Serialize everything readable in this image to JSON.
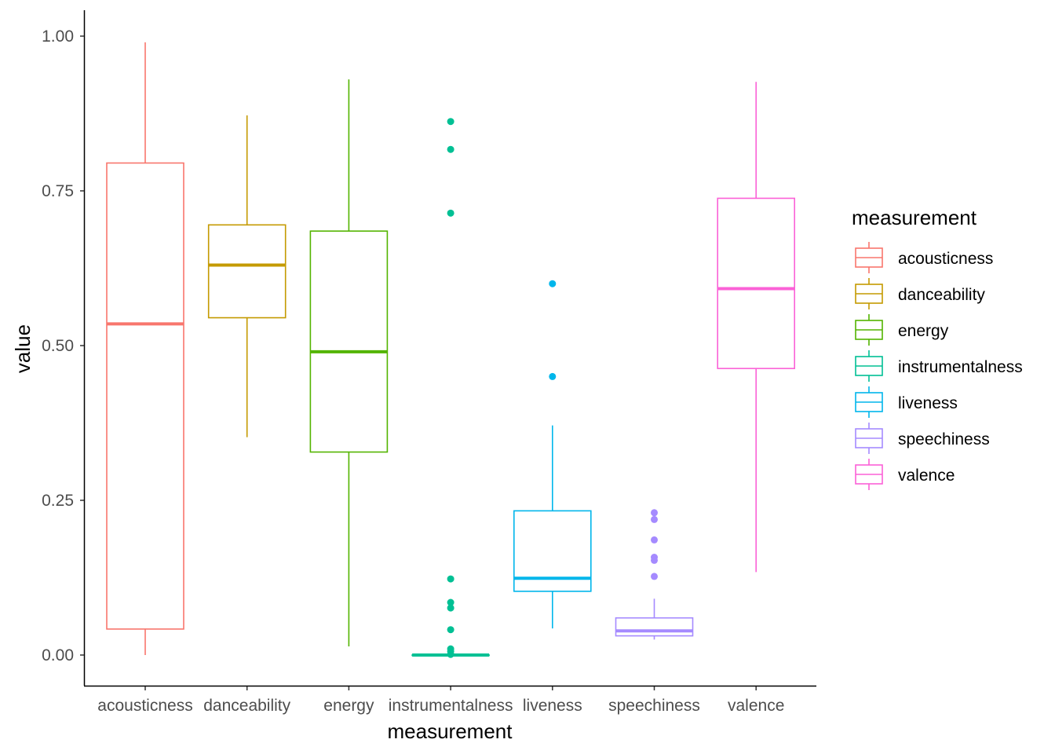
{
  "chart_data": {
    "type": "boxplot",
    "xlabel": "measurement",
    "ylabel": "value",
    "ylim": [
      -0.05,
      1.04
    ],
    "yticks": [
      0.0,
      0.25,
      0.5,
      0.75,
      1.0
    ],
    "ytick_labels": [
      "0.00",
      "0.25",
      "0.50",
      "0.75",
      "1.00"
    ],
    "grid": false,
    "legend_title": "measurement",
    "legend_position": "right",
    "categories": [
      "acousticness",
      "danceability",
      "energy",
      "instrumentalness",
      "liveness",
      "speechiness",
      "valence"
    ],
    "series": [
      {
        "name": "acousticness",
        "color": "#F8766D",
        "lower_whisker": 0.0,
        "q1": 0.042,
        "median": 0.535,
        "q3": 0.795,
        "upper_whisker": 0.99,
        "outliers": []
      },
      {
        "name": "danceability",
        "color": "#C49A00",
        "lower_whisker": 0.352,
        "q1": 0.545,
        "median": 0.63,
        "q3": 0.695,
        "upper_whisker": 0.872,
        "outliers": []
      },
      {
        "name": "energy",
        "color": "#53B400",
        "lower_whisker": 0.014,
        "q1": 0.328,
        "median": 0.49,
        "q3": 0.685,
        "upper_whisker": 0.93,
        "outliers": []
      },
      {
        "name": "instrumentalness",
        "color": "#00C094",
        "lower_whisker": 0.0,
        "q1": 0.0,
        "median": 0.0,
        "q3": 0.0,
        "upper_whisker": 0.0,
        "outliers": [
          0.862,
          0.817,
          0.714,
          0.123,
          0.085,
          0.076,
          0.041,
          0.01,
          0.006,
          0.001
        ]
      },
      {
        "name": "liveness",
        "color": "#00B6EB",
        "lower_whisker": 0.043,
        "q1": 0.103,
        "median": 0.124,
        "q3": 0.233,
        "upper_whisker": 0.371,
        "outliers": [
          0.6,
          0.45
        ]
      },
      {
        "name": "speechiness",
        "color": "#A58AFF",
        "lower_whisker": 0.025,
        "q1": 0.031,
        "median": 0.039,
        "q3": 0.06,
        "upper_whisker": 0.091,
        "outliers": [
          0.23,
          0.219,
          0.186,
          0.158,
          0.153,
          0.127
        ]
      },
      {
        "name": "valence",
        "color": "#FB61D7",
        "lower_whisker": 0.134,
        "q1": 0.463,
        "median": 0.592,
        "q3": 0.738,
        "upper_whisker": 0.926,
        "outliers": []
      }
    ]
  }
}
